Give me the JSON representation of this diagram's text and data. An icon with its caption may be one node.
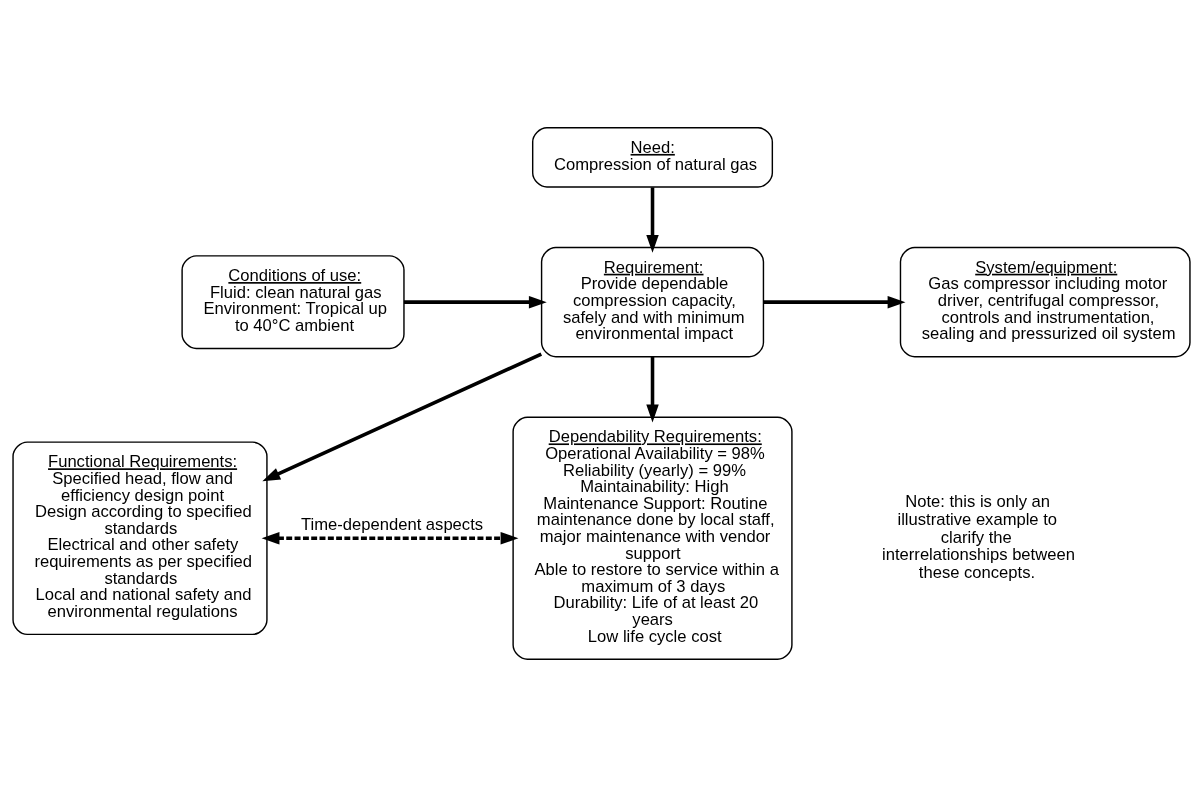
{
  "diagram": {
    "nodes": [
      {
        "text": [
          "Need:",
          "Compression of natural gas"
        ]
      },
      {
        "text": [
          "Conditions of use:",
          "Fluid: clean natural gas",
          "Environment: Tropical up to 40°C ambient"
        ]
      },
      {
        "text": [
          "Requirement:",
          "Provide dependable compression capacity, safely and with minimum environmental impact"
        ]
      },
      {
        "text": [
          "System/equipment:",
          "Gas compressor including motor driver, centrifugal compressor, controls and instrumentation, sealing and pressurized oil system"
        ]
      },
      {
        "text": [
          "Functional Requirements:",
          "Specified head, flow and efficiency design point",
          "Design according to specified standards",
          "Electrical and other safety requirements as per specified standards",
          "Local and national safety and environmental regulations"
        ]
      },
      {
        "text": [
          "Dependability Requirements:",
          "Operational Availability = 98%",
          "Reliability (yearly) = 99%",
          "Maintainability: High",
          "Maintenance Support: Routine maintenance done by local staff, major maintenance with vendor support",
          "Able to restore to service within a maximum of 3 days",
          "Durability: Life of at least 20 years",
          "Low life cycle cost"
        ]
      }
    ],
    "edges": [
      {
        "from": 0,
        "to": 2,
        "arrow": "to"
      },
      {
        "from": 1,
        "to": 2,
        "arrow": "to"
      },
      {
        "from": 2,
        "to": 3,
        "arrow": "to"
      },
      {
        "from": 2,
        "to": 4,
        "arrow": "to"
      },
      {
        "from": 2,
        "to": 5,
        "arrow": "to"
      },
      {
        "from": 4,
        "to": 5,
        "arrow": "both",
        "style": "dashed",
        "label": "Time-dependent aspects"
      }
    ],
    "labels": [
      "Note: this is only an illustrative example to clarify the interrelationships between these concepts."
    ]
  }
}
